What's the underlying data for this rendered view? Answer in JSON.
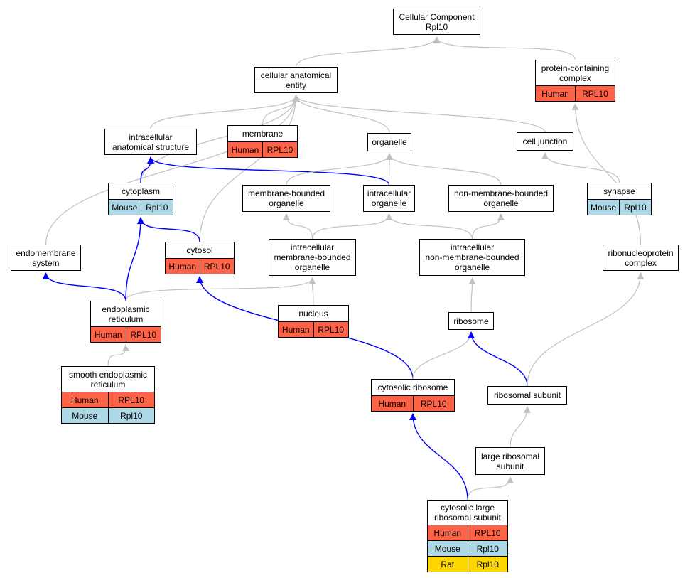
{
  "colors": {
    "Human": "#ff6347",
    "Mouse": "#add8e6",
    "Rat": "#ffd700",
    "edge_is_a": "#c0c0c0",
    "edge_part_of": "#0000ff"
  },
  "nodes": {
    "cellular_component": {
      "label": "Cellular Component\nRpl10",
      "species": []
    },
    "cellular_anatomical_entity": {
      "label": "cellular anatomical\nentity",
      "species": []
    },
    "protein_containing_complex": {
      "label": "protein-containing\ncomplex",
      "species": [
        {
          "species": "Human",
          "gene": "RPL10"
        }
      ]
    },
    "intracellular_anatomical_structure": {
      "label": "intracellular\nanatomical structure",
      "species": []
    },
    "membrane": {
      "label": "membrane",
      "species": [
        {
          "species": "Human",
          "gene": "RPL10"
        }
      ]
    },
    "organelle": {
      "label": "organelle",
      "species": []
    },
    "cell_junction": {
      "label": "cell junction",
      "species": []
    },
    "cytoplasm": {
      "label": "cytoplasm",
      "species": [
        {
          "species": "Mouse",
          "gene": "Rpl10"
        }
      ]
    },
    "membrane_bounded_organelle": {
      "label": "membrane-bounded\norganelle",
      "species": []
    },
    "intracellular_organelle": {
      "label": "intracellular\norganelle",
      "species": []
    },
    "non_membrane_bounded_organelle": {
      "label": "non-membrane-bounded\norganelle",
      "species": []
    },
    "synapse": {
      "label": "synapse",
      "species": [
        {
          "species": "Mouse",
          "gene": "Rpl10"
        }
      ]
    },
    "endomembrane_system": {
      "label": "endomembrane\nsystem",
      "species": []
    },
    "cytosol": {
      "label": "cytosol",
      "species": [
        {
          "species": "Human",
          "gene": "RPL10"
        }
      ]
    },
    "intracellular_membrane_bounded_organelle": {
      "label": "intracellular\nmembrane-bounded\norganelle",
      "species": []
    },
    "intracellular_non_membrane_bounded_organelle": {
      "label": "intracellular\nnon-membrane-bounded\norganelle",
      "species": []
    },
    "ribonucleoprotein_complex": {
      "label": "ribonucleoprotein\ncomplex",
      "species": []
    },
    "endoplasmic_reticulum": {
      "label": "endoplasmic\nreticulum",
      "species": [
        {
          "species": "Human",
          "gene": "RPL10"
        }
      ]
    },
    "nucleus": {
      "label": "nucleus",
      "species": [
        {
          "species": "Human",
          "gene": "RPL10"
        }
      ]
    },
    "ribosome": {
      "label": "ribosome",
      "species": []
    },
    "smooth_endoplasmic_reticulum": {
      "label": "smooth endoplasmic\nreticulum",
      "species": [
        {
          "species": "Human",
          "gene": "RPL10"
        },
        {
          "species": "Mouse",
          "gene": "Rpl10"
        }
      ]
    },
    "cytosolic_ribosome": {
      "label": "cytosolic ribosome",
      "species": [
        {
          "species": "Human",
          "gene": "RPL10"
        }
      ]
    },
    "ribosomal_subunit": {
      "label": "ribosomal subunit",
      "species": []
    },
    "large_ribosomal_subunit": {
      "label": "large ribosomal\nsubunit",
      "species": []
    },
    "cytosolic_large_ribosomal_subunit": {
      "label": "cytosolic large\nribosomal subunit",
      "species": [
        {
          "species": "Human",
          "gene": "RPL10"
        },
        {
          "species": "Mouse",
          "gene": "Rpl10"
        },
        {
          "species": "Rat",
          "gene": "Rpl10"
        }
      ]
    }
  },
  "edges": [
    {
      "from": "cellular_anatomical_entity",
      "to": "cellular_component",
      "type": "is_a"
    },
    {
      "from": "protein_containing_complex",
      "to": "cellular_component",
      "type": "is_a"
    },
    {
      "from": "intracellular_anatomical_structure",
      "to": "cellular_anatomical_entity",
      "type": "is_a"
    },
    {
      "from": "membrane",
      "to": "cellular_anatomical_entity",
      "type": "is_a"
    },
    {
      "from": "organelle",
      "to": "cellular_anatomical_entity",
      "type": "is_a"
    },
    {
      "from": "cell_junction",
      "to": "cellular_anatomical_entity",
      "type": "is_a"
    },
    {
      "from": "cytoplasm",
      "to": "cellular_anatomical_entity",
      "type": "is_a"
    },
    {
      "from": "endomembrane_system",
      "to": "cellular_anatomical_entity",
      "type": "is_a"
    },
    {
      "from": "cytosol",
      "to": "cellular_anatomical_entity",
      "type": "is_a"
    },
    {
      "from": "cytoplasm",
      "to": "intracellular_anatomical_structure",
      "type": "part_of"
    },
    {
      "from": "intracellular_organelle",
      "to": "intracellular_anatomical_structure",
      "type": "part_of"
    },
    {
      "from": "membrane_bounded_organelle",
      "to": "organelle",
      "type": "is_a"
    },
    {
      "from": "intracellular_organelle",
      "to": "organelle",
      "type": "is_a"
    },
    {
      "from": "non_membrane_bounded_organelle",
      "to": "organelle",
      "type": "is_a"
    },
    {
      "from": "synapse",
      "to": "cell_junction",
      "type": "is_a"
    },
    {
      "from": "cytosol",
      "to": "cytoplasm",
      "type": "part_of"
    },
    {
      "from": "endoplasmic_reticulum",
      "to": "cytoplasm",
      "type": "part_of"
    },
    {
      "from": "intracellular_membrane_bounded_organelle",
      "to": "membrane_bounded_organelle",
      "type": "is_a"
    },
    {
      "from": "intracellular_membrane_bounded_organelle",
      "to": "intracellular_organelle",
      "type": "is_a"
    },
    {
      "from": "intracellular_non_membrane_bounded_organelle",
      "to": "intracellular_organelle",
      "type": "is_a"
    },
    {
      "from": "intracellular_non_membrane_bounded_organelle",
      "to": "non_membrane_bounded_organelle",
      "type": "is_a"
    },
    {
      "from": "ribonucleoprotein_complex",
      "to": "protein_containing_complex",
      "type": "is_a"
    },
    {
      "from": "endoplasmic_reticulum",
      "to": "endomembrane_system",
      "type": "part_of"
    },
    {
      "from": "endoplasmic_reticulum",
      "to": "intracellular_membrane_bounded_organelle",
      "type": "is_a"
    },
    {
      "from": "nucleus",
      "to": "intracellular_membrane_bounded_organelle",
      "type": "is_a"
    },
    {
      "from": "ribosome",
      "to": "intracellular_non_membrane_bounded_organelle",
      "type": "is_a"
    },
    {
      "from": "smooth_endoplasmic_reticulum",
      "to": "endoplasmic_reticulum",
      "type": "is_a"
    },
    {
      "from": "cytosolic_ribosome",
      "to": "cytosol",
      "type": "part_of"
    },
    {
      "from": "cytosolic_ribosome",
      "to": "ribosome",
      "type": "is_a"
    },
    {
      "from": "ribosomal_subunit",
      "to": "ribosome",
      "type": "part_of"
    },
    {
      "from": "ribosomal_subunit",
      "to": "ribonucleoprotein_complex",
      "type": "is_a"
    },
    {
      "from": "large_ribosomal_subunit",
      "to": "ribosomal_subunit",
      "type": "is_a"
    },
    {
      "from": "cytosolic_large_ribosomal_subunit",
      "to": "cytosolic_ribosome",
      "type": "part_of"
    },
    {
      "from": "cytosolic_large_ribosomal_subunit",
      "to": "large_ribosomal_subunit",
      "type": "is_a"
    },
    {
      "from": "membrane",
      "to": "cellular_anatomical_entity",
      "type": "is_a"
    }
  ]
}
